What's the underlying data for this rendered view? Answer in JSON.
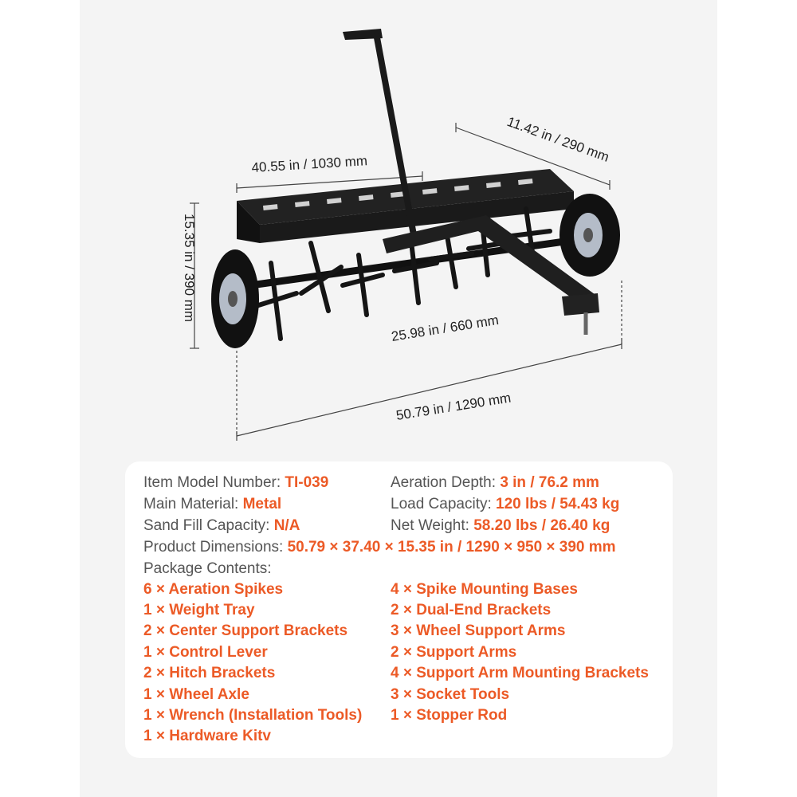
{
  "product": {
    "dimensions": {
      "width_top": "40.55 in / 1030 mm",
      "depth": "11.42 in / 290 mm",
      "height": "15.35 in / 390 mm",
      "hitch_length": "25.98 in / 660 mm",
      "overall_length": "50.79 in / 1290 mm"
    }
  },
  "specs": {
    "model": {
      "label": "Item Model Number:",
      "value": "TI-039"
    },
    "material": {
      "label": "Main Material:",
      "value": "Metal"
    },
    "sand": {
      "label": "Sand Fill Capacity:",
      "value": "N/A"
    },
    "depth": {
      "label": "Aeration Depth:",
      "value": "3 in / 76.2 mm"
    },
    "load": {
      "label": "Load Capacity:",
      "value": "120 lbs / 54.43 kg"
    },
    "weight": {
      "label": "Net Weight:",
      "value": "58.20 lbs / 26.40 kg"
    },
    "dimensions": {
      "label": "Product Dimensions:",
      "value": "50.79 × 37.40 × 15.35 in / 1290 × 950 × 390 mm"
    },
    "package_label": "Package Contents:",
    "package_left": [
      "6 × Aeration Spikes",
      "1 × Weight Tray",
      "2 × Center Support Brackets",
      "1 × Control Lever",
      "2 × Hitch Brackets",
      "1 × Wheel Axle",
      "1 × Wrench (Installation Tools)",
      "1 × Hardware Kitv"
    ],
    "package_right": [
      "4 × Spike Mounting Bases",
      "2 × Dual-End Brackets",
      "3 × Wheel Support Arms",
      "2 × Support Arms",
      "4 × Support Arm Mounting Brackets",
      "3 × Socket Tools",
      "1 × Stopper Rod"
    ]
  },
  "colors": {
    "accent": "#ec5a26",
    "label": "#555555",
    "panel": "#f4f4f4"
  }
}
